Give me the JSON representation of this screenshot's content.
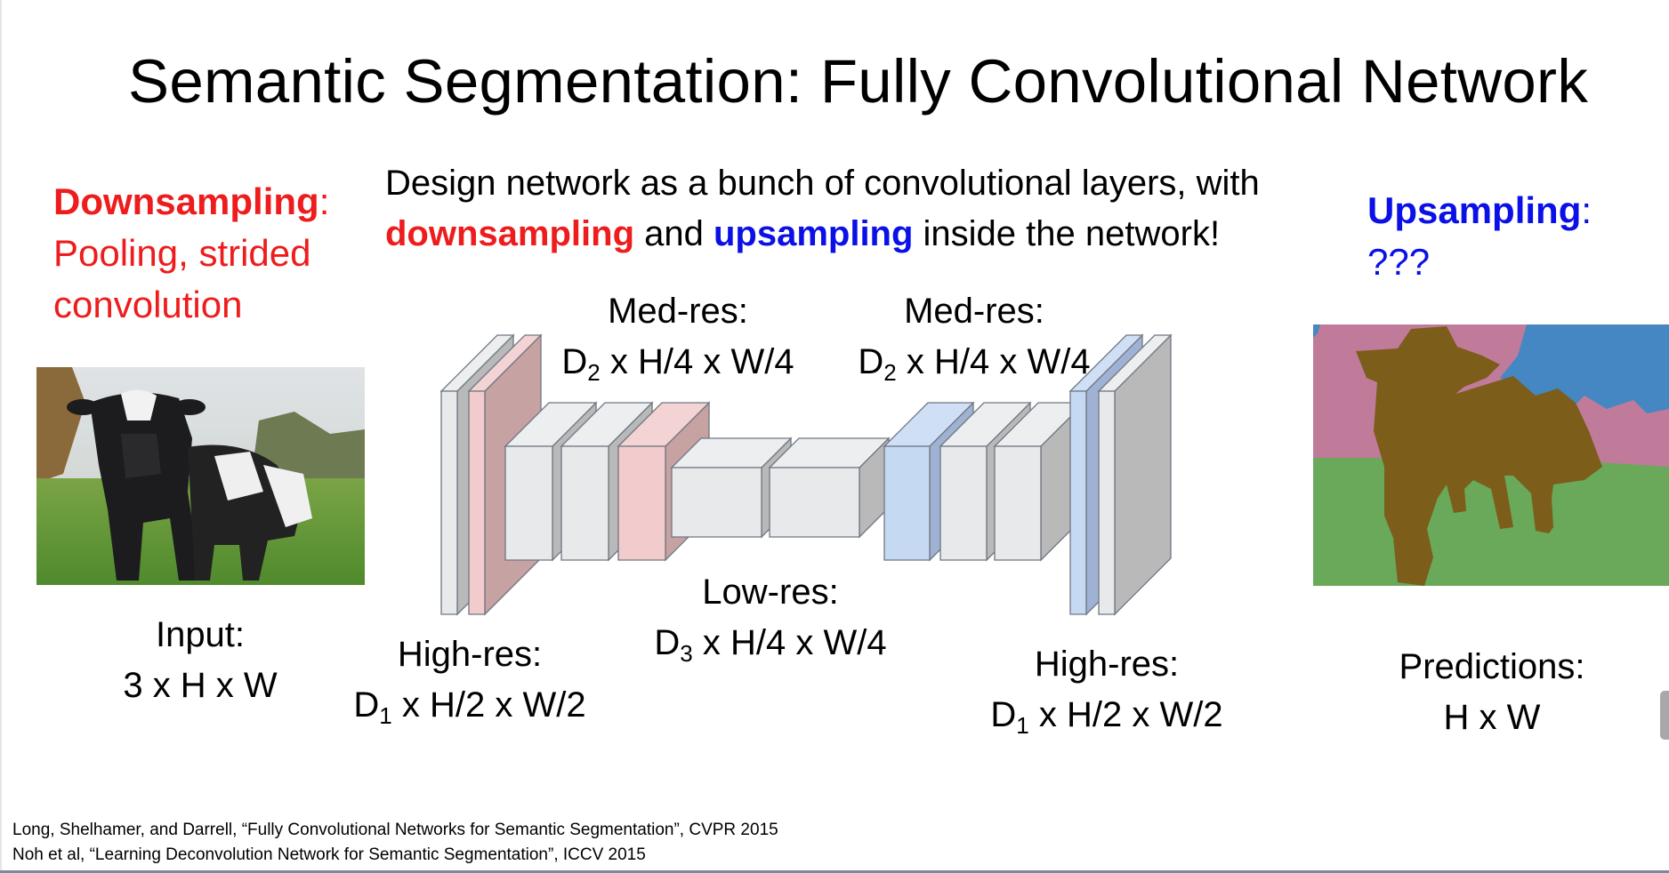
{
  "slide": {
    "title": "Semantic Segmentation: Fully Convolutional Network",
    "downsampling": {
      "heading": "Downsampling",
      "colon": ":",
      "line2": "Pooling, strided",
      "line3": "convolution"
    },
    "design": {
      "line1": "Design network as a bunch of convolutional layers, with",
      "down_word": "downsampling",
      "and_word": " and ",
      "up_word": "upsampling",
      "rest": " inside the network!"
    },
    "upsampling": {
      "heading": "Upsampling",
      "colon": ":",
      "line2": "???"
    },
    "input_label": {
      "line1": "Input:",
      "line2": "3 x H x W"
    },
    "high_res_left": {
      "line1": "High-res:",
      "d": "D",
      "sub": "1",
      "dims": " x H/2 x W/2"
    },
    "med_res_left": {
      "line1": "Med-res:",
      "d": "D",
      "sub": "2",
      "dims": " x H/4 x W/4"
    },
    "low_res": {
      "line1": "Low-res:",
      "d": "D",
      "sub": "3",
      "dims": " x H/4 x W/4"
    },
    "med_res_right": {
      "line1": "Med-res:",
      "d": "D",
      "sub": "2",
      "dims": " x H/4 x W/4"
    },
    "high_res_right": {
      "line1": "High-res:",
      "d": "D",
      "sub": "1",
      "dims": " x H/2 x W/2"
    },
    "predictions_label": {
      "line1": "Predictions:",
      "line2": "H x W"
    },
    "citations": [
      "Long, Shelhamer, and Darrell, “Fully Convolutional Networks for Semantic Segmentation”, CVPR 2015",
      "Noh et al, “Learning Deconvolution Network for Semantic Segmentation”, ICCV 2015"
    ]
  },
  "colors": {
    "downsampling": "#ee1c1c",
    "upsampling": "#0a10e6",
    "block_gray": "#e8e9eb",
    "block_pink": "#f2cccc",
    "block_blue": "#c6d9f3",
    "seg_cow": "#7c5d1a",
    "seg_bg": "#c07b9a",
    "seg_grass": "#6aa85a",
    "seg_sky": "#4487c3"
  },
  "network_blocks": [
    "gray",
    "pink",
    "gray",
    "gray",
    "pink",
    "gray",
    "gray",
    "blue",
    "gray",
    "gray",
    "blue",
    "gray"
  ]
}
